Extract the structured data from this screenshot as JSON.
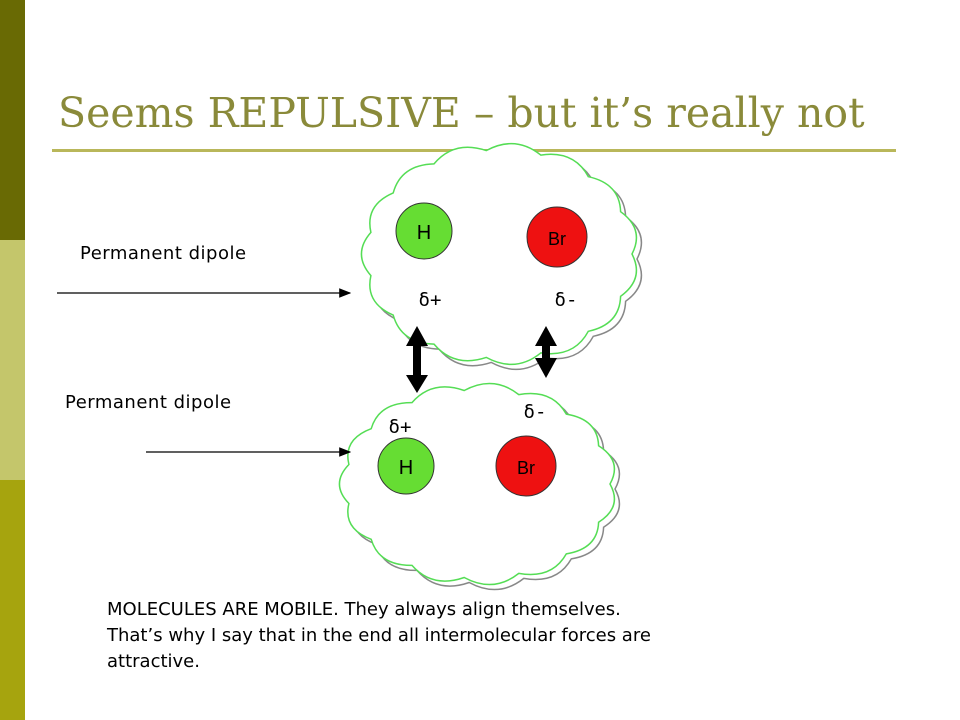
{
  "slide": {
    "title": "Seems REPULSIVE – but it’s really not",
    "accent_color": "#8a8a3a",
    "sidebar_colors": [
      "#696a04",
      "#c4c66b",
      "#a6a40e"
    ]
  },
  "diagram": {
    "top_molecule": {
      "label": "Permanent dipole",
      "atom_h": "H",
      "atom_br": "Br",
      "charge_h": "δ+",
      "charge_br": "δ-"
    },
    "bottom_molecule": {
      "label": "Permanent dipole",
      "atom_h": "H",
      "atom_br": "Br",
      "charge_h": "δ+",
      "charge_br": "δ-"
    },
    "colors": {
      "hydrogen": "#66dd33",
      "bromine": "#ee1111",
      "cloud_outline_inner": "#55dd55",
      "cloud_outline_outer": "#888888"
    }
  },
  "caption": {
    "line1": "MOLECULES ARE MOBILE.  They always align themselves.",
    "line2": "That’s why I say that in the end all intermolecular forces are",
    "line3": "attractive."
  }
}
